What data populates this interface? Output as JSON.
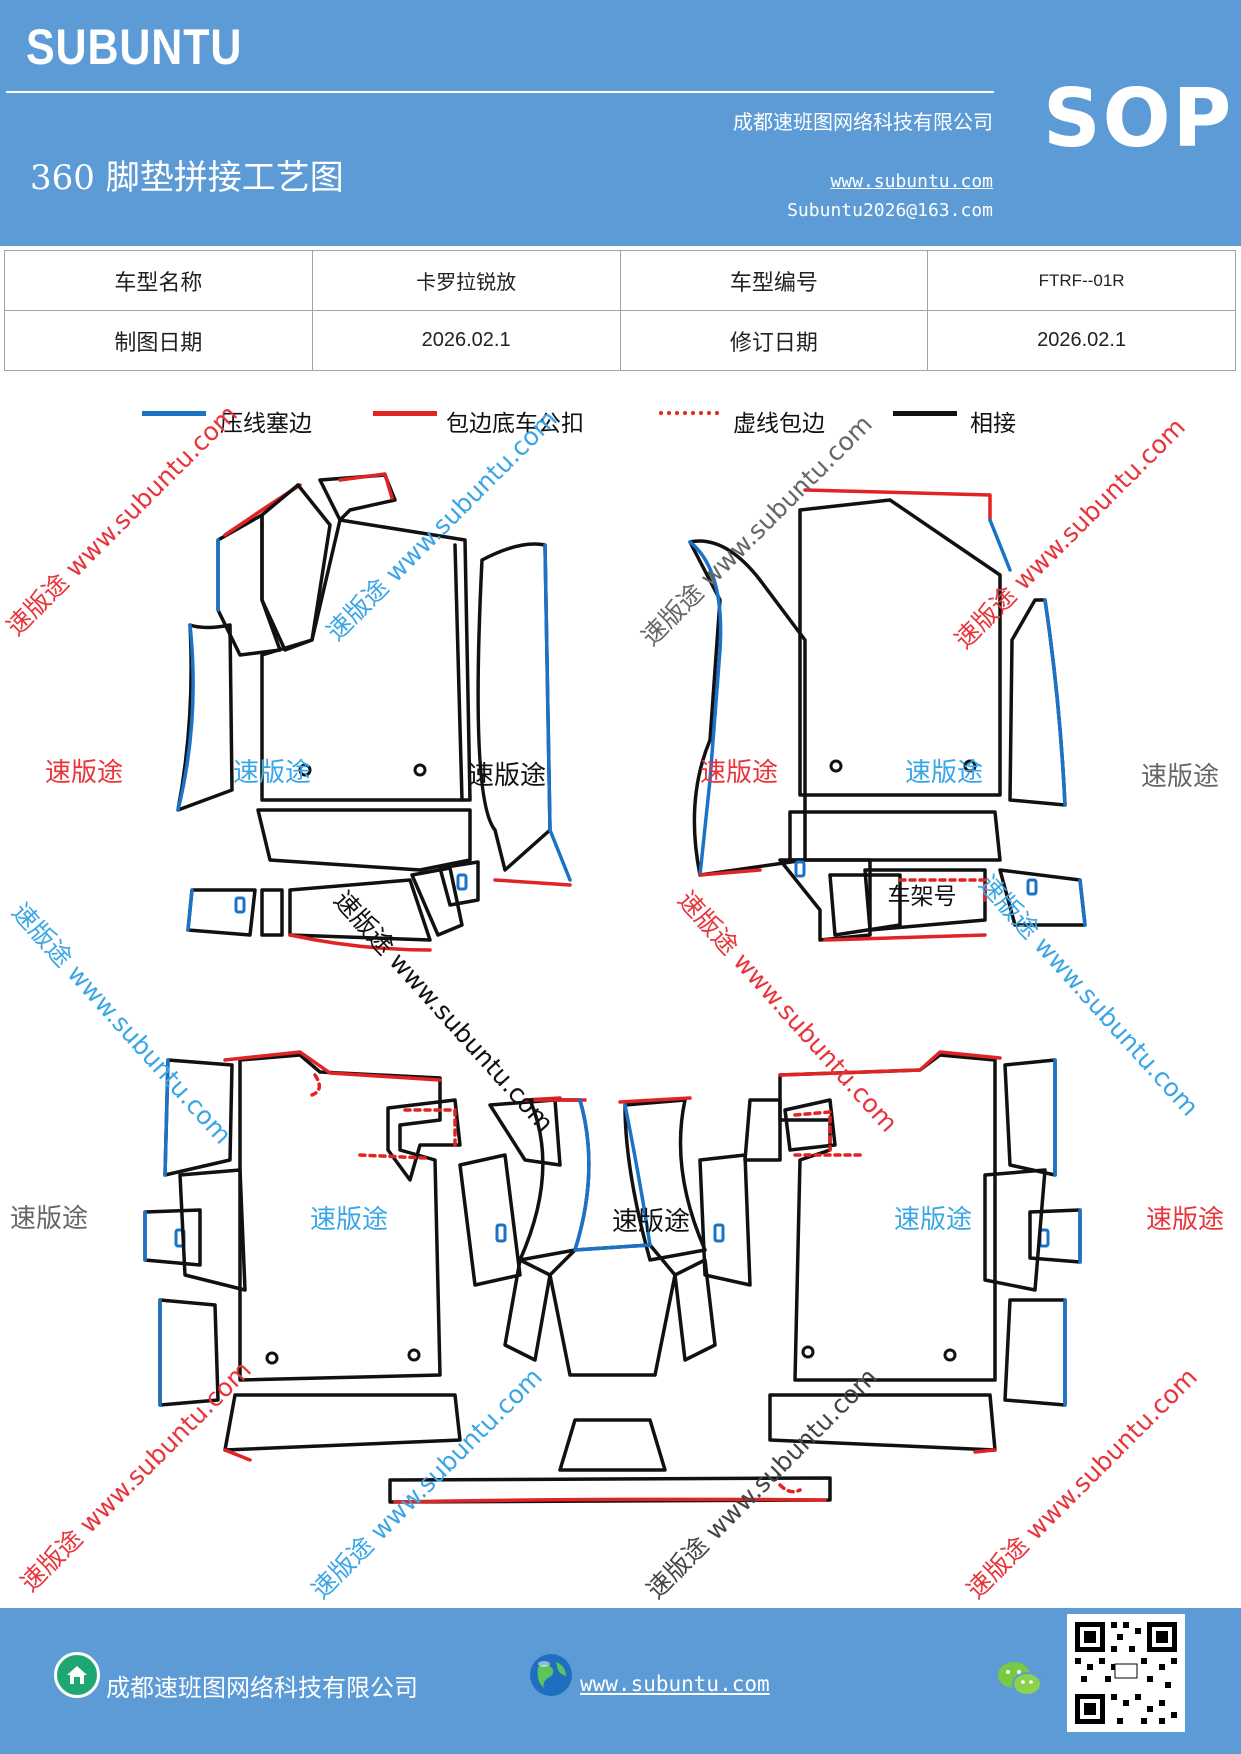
{
  "header": {
    "brand": "SUBUNTU",
    "company": "成都速班图网络科技有限公司",
    "title": "360 脚垫拼接工艺图",
    "website": "www.subuntu.com",
    "email": "Subuntu2026@163.com",
    "sop": "SOP"
  },
  "info_table": {
    "rows": [
      {
        "label1": "车型名称",
        "value1": "卡罗拉锐放",
        "label2": "车型编号",
        "value2": "FTRF--01R"
      },
      {
        "label1": "制图日期",
        "value1": "2026.02.1",
        "label2": "修订日期",
        "value2": "2026.02.1"
      }
    ]
  },
  "legend": {
    "items": [
      {
        "label": "压线塞边",
        "color": "#1a73c7",
        "style": "solid"
      },
      {
        "label": "包边底车公扣",
        "color": "#e02424",
        "style": "solid"
      },
      {
        "label": "虚线包边",
        "color": "#e02424",
        "style": "dotted"
      },
      {
        "label": "相接",
        "color": "#111111",
        "style": "solid"
      }
    ]
  },
  "diagram": {
    "frame_label": "车架号",
    "brand_mark": "速版途",
    "center_mark": "速版途",
    "top_left_marks": [
      "速版途",
      "速版途"
    ],
    "top_right_marks": [
      "速版途",
      "速版途"
    ],
    "bottom_left_marks": [
      "速版途",
      "速版途"
    ],
    "bottom_right_marks": [
      "速版途",
      "速版途"
    ],
    "bottom_cn_mark": "速版途"
  },
  "watermarks": {
    "text": "速版途 www.subuntu.com",
    "plain": "速版途"
  },
  "colors": {
    "header_bg": "#5c9bd6",
    "blue_line": "#1a73c7",
    "red_line": "#e02424",
    "black_line": "#111111",
    "wm_red": "#e8343a",
    "wm_blue": "#3aa6e6",
    "wm_gray": "#666666"
  },
  "footer": {
    "company": "成都速班图网络科技有限公司",
    "website": "www.subuntu.com ",
    "icons": [
      "home-icon",
      "globe-icon",
      "wechat-icon",
      "qr-code"
    ]
  }
}
